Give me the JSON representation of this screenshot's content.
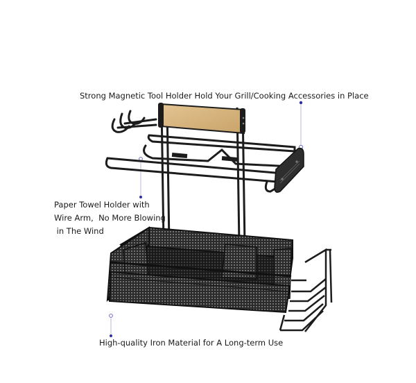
{
  "annotations": {
    "top": "Strong Magnetic Tool Holder Hold Your Grill/Cooking Accessories in Place",
    "left_line1": "Paper Towel Holder with",
    "left_line2": "Wire Arm,  No More Blowing",
    "left_line3": " in The Wind",
    "bottom": "High-quality Iron Material for A Long-term Use"
  },
  "colors": {
    "background": "#ffffff",
    "metal": "#1c1c1c",
    "wood": "#d9b985",
    "leader_line": "#b9b9d9",
    "leader_dot": "#3030a0"
  },
  "product": {
    "name": "grill caddy organizer",
    "parts": [
      "wood-handle",
      "hook-rack",
      "paper-towel-arm",
      "magnetic-tool-bar",
      "mesh-basket",
      "side-wire-rack"
    ]
  }
}
